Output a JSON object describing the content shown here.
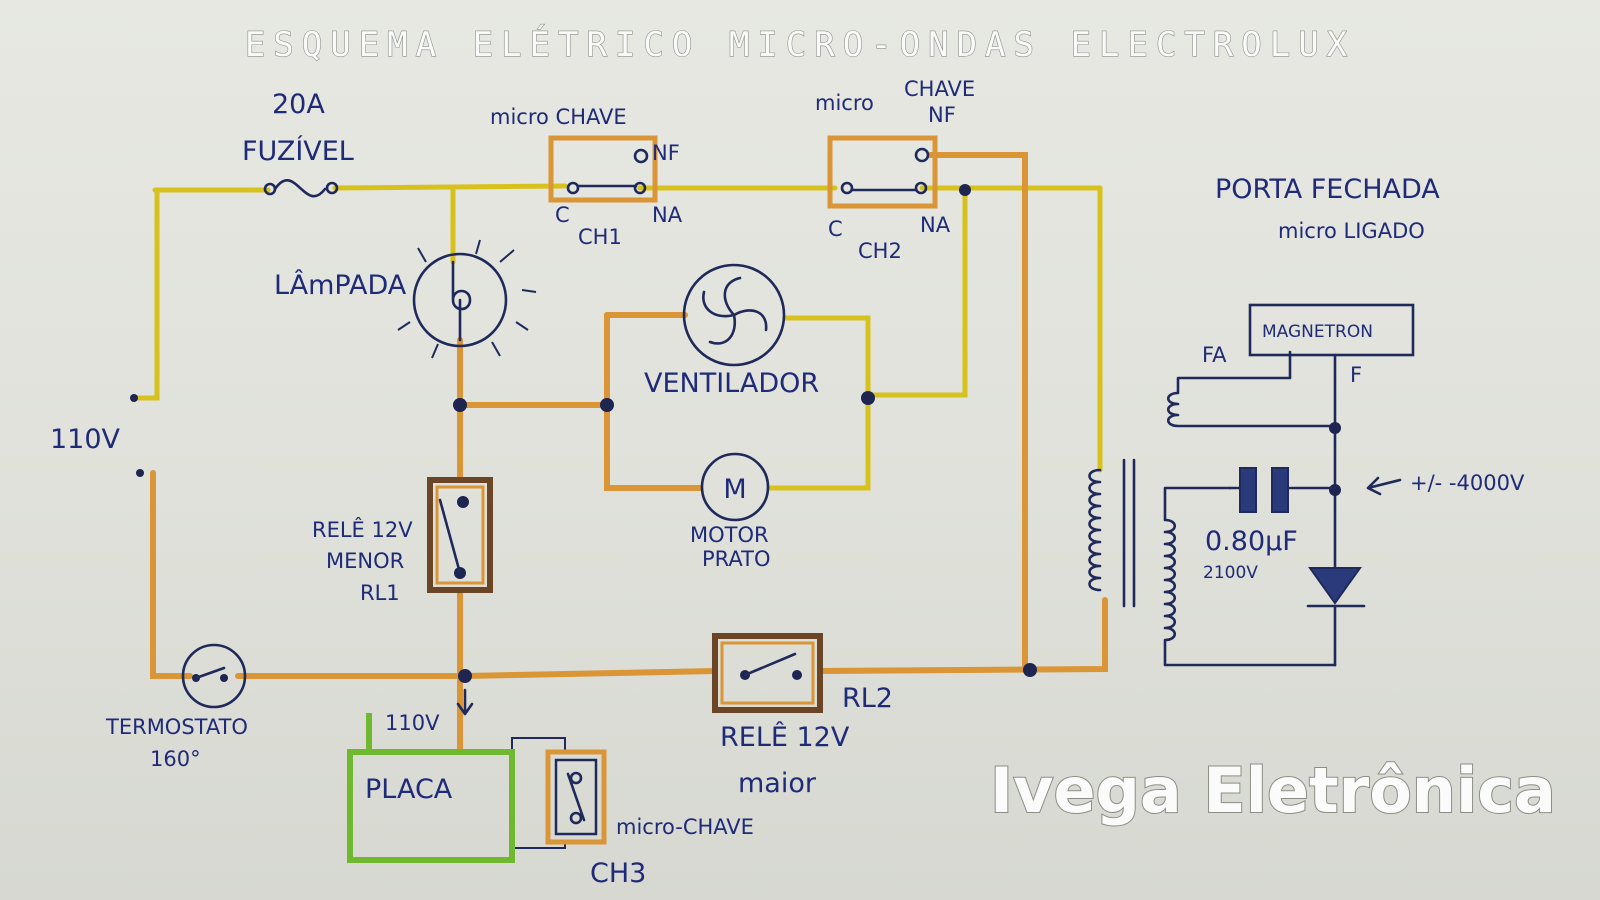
{
  "title": "ESQUEMA ELÉTRICO MICRO-ONDAS ELECTROLUX",
  "labels": {
    "fuse_rating": "20A",
    "fuse": "FUZÍVEL",
    "microswitch1_title": "micro CHAVE",
    "ch1_nf": "NF",
    "ch1_c": "C",
    "ch1_na": "NA",
    "ch1_name": "CH1",
    "microswitch2_title_a": "micro",
    "microswitch2_title_b": "CHAVE",
    "ch2_nf": "NF",
    "ch2_c": "C",
    "ch2_na": "NA",
    "ch2_name": "CH2",
    "door_note_1": "PORTA FECHADA",
    "door_note_2": "micro LIGADO",
    "lamp": "LÂmPADA",
    "fan": "VENTILADOR",
    "voltage_in": "110V",
    "motor_symbol": "M",
    "motor_1": "MOTOR",
    "motor_2": "PRATO",
    "relay_small_1": "RELÊ 12V",
    "relay_small_2": "MENOR",
    "relay_small_3": "RL1",
    "thermostat_1": "TERMOSTATO",
    "thermostat_2": "160°",
    "placa_feed": "110V",
    "placa": "PLACA",
    "ch3_title": "micro-CHAVE",
    "ch3_name": "CH3",
    "rl2_name": "RL2",
    "relay_big_1": "RELÊ 12V",
    "relay_big_2": "maior",
    "magnetron": "MAGNETRON",
    "fa": "FA",
    "f": "F",
    "voltage_note": "+/- -4000V",
    "cap_value": "0.80µF",
    "cap_voltage": "2100V"
  },
  "watermark": "Ivega Eletrônica",
  "colors": {
    "paper": "#e2e4dd",
    "wire_yellow": "#d7c21d",
    "wire_orange": "#d99536",
    "wire_green": "#6fb830",
    "ink_blue": "#1f2a78"
  }
}
